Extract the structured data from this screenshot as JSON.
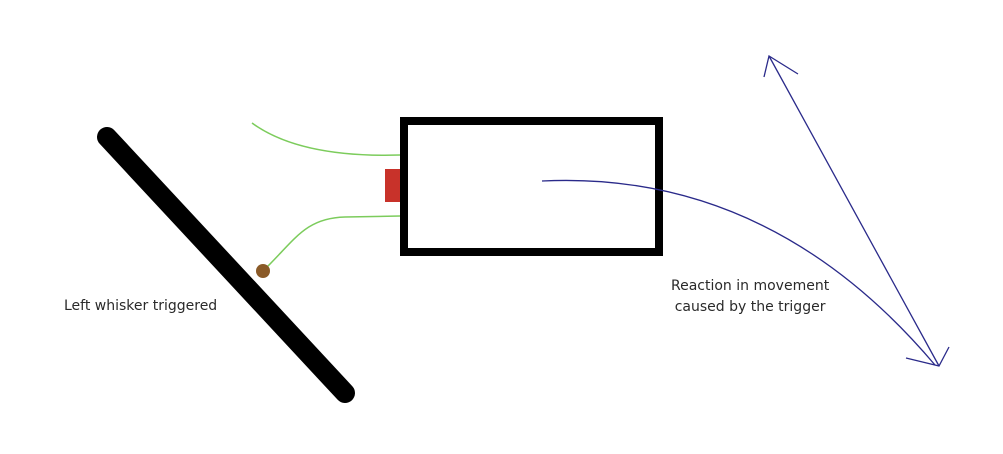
{
  "labels": {
    "left_whisker": "Left whisker triggered",
    "reaction_line1": "Reaction in movement",
    "reaction_line2": "caused by the trigger"
  },
  "colors": {
    "obstacle": "#000000",
    "robot_body": "#000000",
    "whisker_wire": "#7ccc5c",
    "sensor": "#c8322a",
    "contact_point": "#8a5a28",
    "movement_arrow": "#2a2a8a"
  }
}
